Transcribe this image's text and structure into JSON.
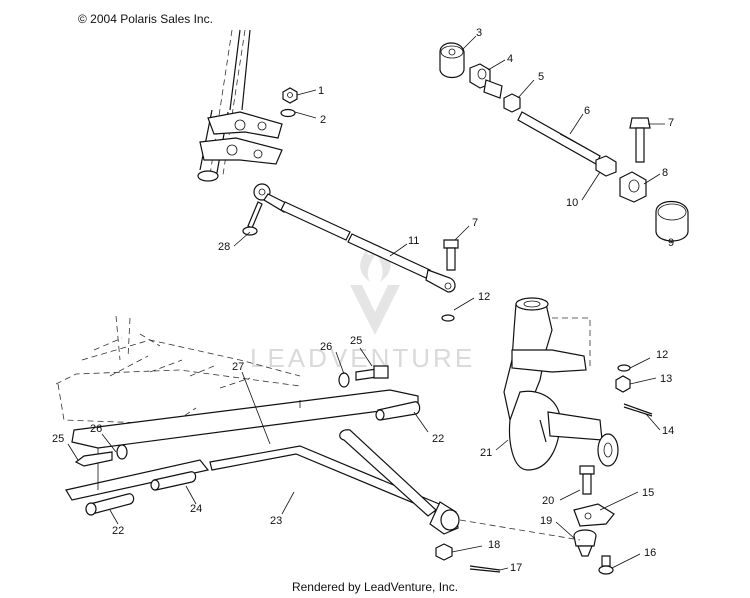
{
  "header": {
    "copyright": "© 2004 Polaris Sales Inc."
  },
  "footer": {
    "rendered_by": "Rendered by LeadVenture, Inc."
  },
  "watermark": {
    "text": "LEADVENTURE"
  },
  "callouts": [
    {
      "id": "c1",
      "label": "1"
    },
    {
      "id": "c2",
      "label": "2"
    },
    {
      "id": "c3",
      "label": "3"
    },
    {
      "id": "c4",
      "label": "4"
    },
    {
      "id": "c5",
      "label": "5"
    },
    {
      "id": "c6",
      "label": "6"
    },
    {
      "id": "c7a",
      "label": "7"
    },
    {
      "id": "c8",
      "label": "8"
    },
    {
      "id": "c9",
      "label": "9"
    },
    {
      "id": "c10",
      "label": "10"
    },
    {
      "id": "c7b",
      "label": "7"
    },
    {
      "id": "c11",
      "label": "11"
    },
    {
      "id": "c28",
      "label": "28"
    },
    {
      "id": "c12a",
      "label": "12"
    },
    {
      "id": "c12b",
      "label": "12"
    },
    {
      "id": "c13",
      "label": "13"
    },
    {
      "id": "c14",
      "label": "14"
    },
    {
      "id": "c26a",
      "label": "26"
    },
    {
      "id": "c25a",
      "label": "25"
    },
    {
      "id": "c27",
      "label": "27"
    },
    {
      "id": "c25b",
      "label": "25"
    },
    {
      "id": "c26b",
      "label": "26"
    },
    {
      "id": "c22a",
      "label": "22"
    },
    {
      "id": "c21",
      "label": "21"
    },
    {
      "id": "c15",
      "label": "15"
    },
    {
      "id": "c20",
      "label": "20"
    },
    {
      "id": "c24",
      "label": "24"
    },
    {
      "id": "c23",
      "label": "23"
    },
    {
      "id": "c22b",
      "label": "22"
    },
    {
      "id": "c19",
      "label": "19"
    },
    {
      "id": "c18",
      "label": "18"
    },
    {
      "id": "c16",
      "label": "16"
    },
    {
      "id": "c17",
      "label": "17"
    }
  ]
}
